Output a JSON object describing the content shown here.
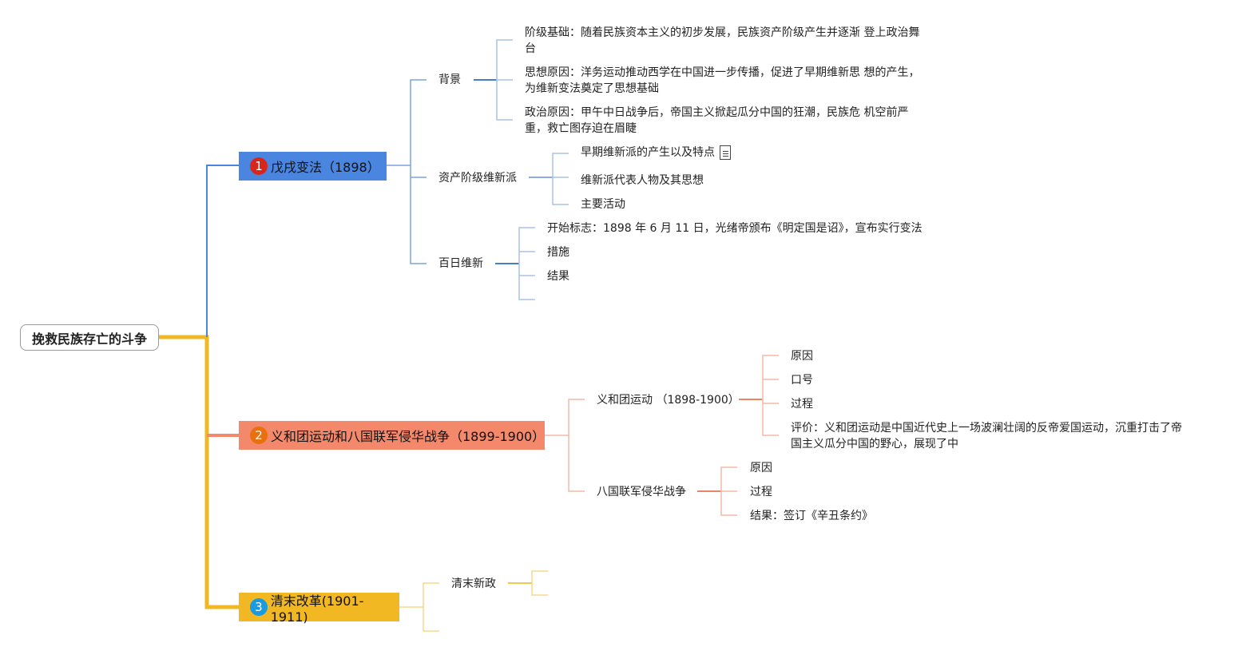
{
  "root": {
    "label": "挽救民族存亡的斗争"
  },
  "colors": {
    "blue": "#4a86e0",
    "orange": "#f4886a",
    "yellow": "#f1b824",
    "badge1": "#d9261c",
    "badge2": "#e8700f",
    "badge3": "#1a9be0"
  },
  "branches": [
    {
      "number": "1",
      "label": "戊戌变法（1898）",
      "children": [
        {
          "label": "背景",
          "children": [
            "阶级基础：随着民族资本主义的初步发展，民族资产阶级产生并逐渐 登上政治舞台",
            "思想原因：洋务运动推动西学在中国进一步传播，促进了早期维新思 想的产生，为维新变法奠定了思想基础",
            "政治原因：甲午中日战争后，帝国主义掀起瓜分中国的狂潮，民族危 机空前严重，救亡图存迫在眉睫"
          ]
        },
        {
          "label": "资产阶级维新派",
          "children": [
            "早期维新派的产生以及特点",
            "维新派代表人物及其思想",
            "主要活动"
          ],
          "note_icon": "document-icon"
        },
        {
          "label": "百日维新",
          "children": [
            "开始标志：1898 年 6 月 11 日，光绪帝颁布《明定国是诏》，宣布实行变法",
            "措施",
            "结果"
          ]
        }
      ]
    },
    {
      "number": "2",
      "label": "义和团运动和八国联军侵华战争（1899-1900）",
      "children": [
        {
          "label": "义和团运动 （1898-1900）",
          "children": [
            "原因",
            "口号",
            "过程",
            "评价：义和团运动是中国近代史上一场波澜壮阔的反帝爱国运动，沉重打击了帝国主义瓜分中国的野心，展现了中"
          ]
        },
        {
          "label": "八国联军侵华战争",
          "children": [
            "原因",
            "过程",
            "结果：签订《辛丑条约》"
          ]
        }
      ]
    },
    {
      "number": "3",
      "label": "清末改革(1901-1911)",
      "children": [
        {
          "label": "清末新政"
        }
      ]
    }
  ]
}
